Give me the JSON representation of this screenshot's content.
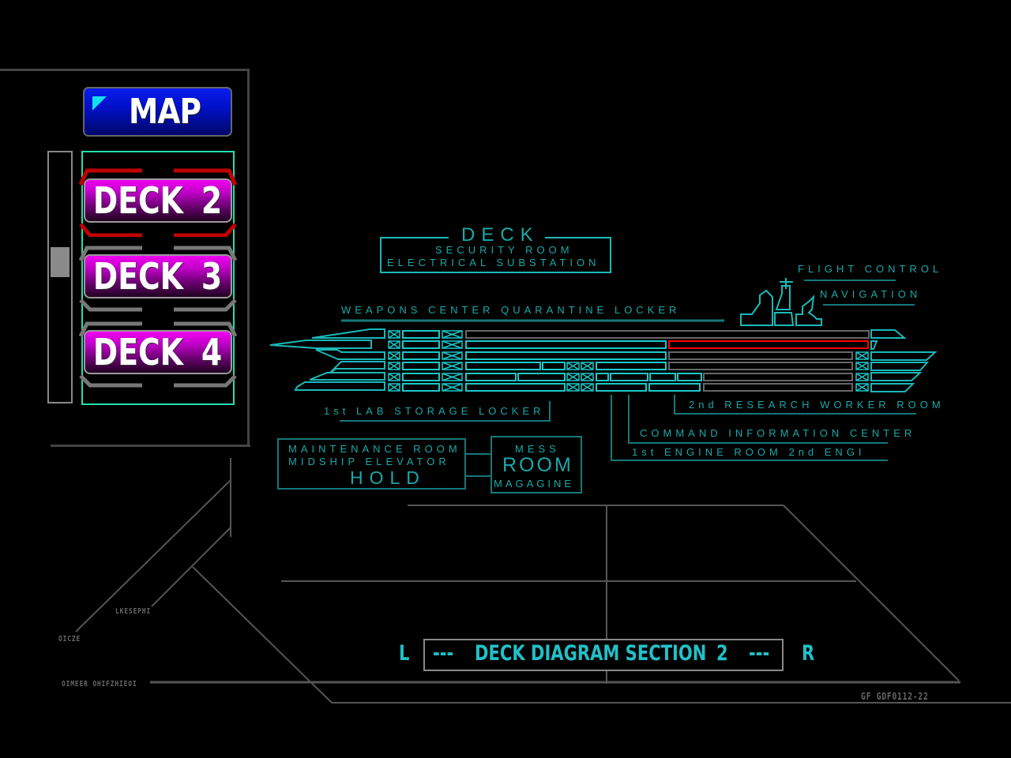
{
  "sidebar": {
    "map_button": "MAP",
    "decks": [
      {
        "label": "DECK 2",
        "selected": true
      },
      {
        "label": "DECK 3",
        "selected": false
      },
      {
        "label": "DECK 4",
        "selected": false
      }
    ],
    "scroll_position": 0.45
  },
  "diagram": {
    "title_box": {
      "heading": "DECK",
      "line1": "SECURITY ROOM",
      "line2": "ELECTRICAL SUBSTATION"
    },
    "labels": {
      "weapons": "WEAPONS CENTER QUARANTINE LOCKER",
      "flight_control": "FLIGHT CONTROL",
      "navigation": "NAVIGATION",
      "lab_storage": "1st LAB STORAGE LOCKER",
      "research_worker": "2nd RESEARCH WORKER ROOM",
      "command_info": "COMMAND INFORMATION CENTER",
      "engine_room": "1st ENGINE ROOM 2nd ENGI"
    },
    "maintenance_box": {
      "line1": "MAINTENANCE ROOM",
      "line2": "MIDSHIP ELEVATOR",
      "line3": "HOLD"
    },
    "mess_box": {
      "line1": "MESS",
      "line2": "ROOM",
      "line3": "MAGAGINE"
    },
    "highlight_color": "#ff0000",
    "line_color": "#1ac8c8"
  },
  "footer": {
    "left_nav": "L",
    "right_nav": "R",
    "dash_left": "---",
    "dash_right": "---",
    "section_label": "DECK DIAGRAM SECTION",
    "section_number": "2",
    "code": "GF GDF0112-22",
    "small_text_1": "LKESEPHI",
    "small_text_2": "OICZE",
    "small_text_3": "OIMEER OHIFZHIEOI"
  }
}
